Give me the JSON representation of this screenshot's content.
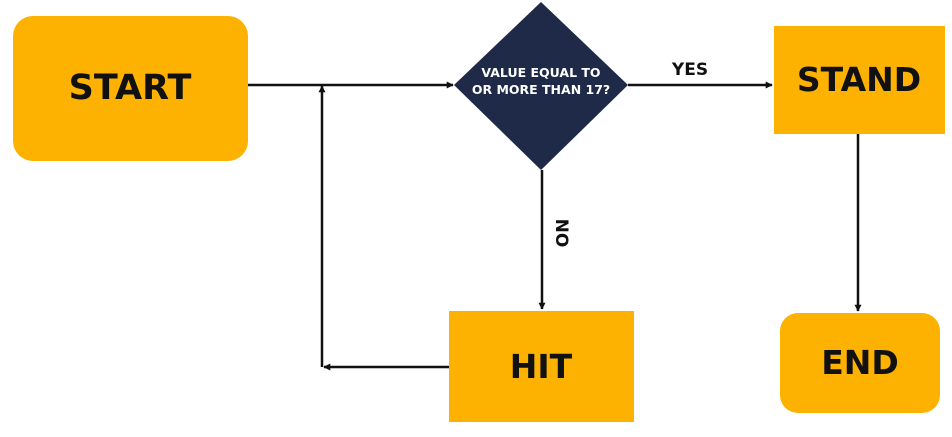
{
  "colors": {
    "node_fill": "#FDB100",
    "decision_fill": "#1F2A48",
    "line": "#111111"
  },
  "nodes": {
    "start": "START",
    "decision_line1": "VALUE EQUAL TO",
    "decision_line2": "OR MORE THAN 17?",
    "stand": "STAND",
    "hit": "HIT",
    "end": "END"
  },
  "edges": {
    "yes": "YES",
    "no": "NO"
  }
}
